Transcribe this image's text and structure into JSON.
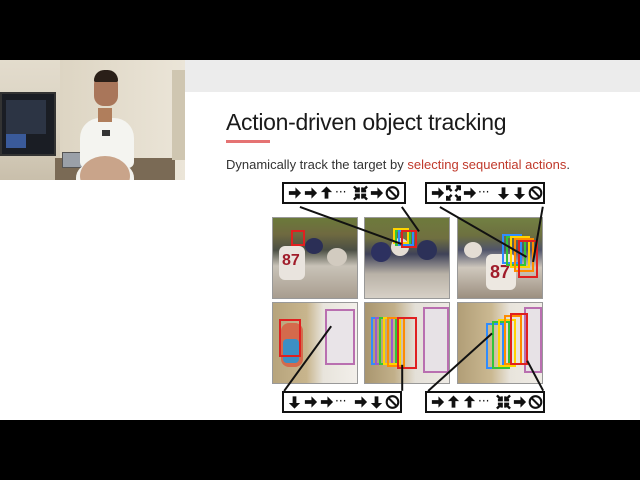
{
  "slide": {
    "title": "Action-driven object tracking",
    "subtitle_prefix": "Dynamically track the target by ",
    "subtitle_highlight": "selecting sequential actions",
    "subtitle_suffix": ".",
    "accent_color": "#e57373",
    "highlight_color": "#c0392b"
  },
  "action_sequences": [
    {
      "id": "top-left",
      "actions": [
        "right",
        "right",
        "up",
        "...",
        "scale-down",
        "right",
        "stop"
      ]
    },
    {
      "id": "top-right",
      "actions": [
        "right",
        "scale-up",
        "right",
        "...",
        "down",
        "down",
        "stop"
      ]
    },
    {
      "id": "bottom-left",
      "actions": [
        "down",
        "right",
        "right",
        "...",
        "right",
        "down",
        "stop"
      ]
    },
    {
      "id": "bottom-right",
      "actions": [
        "right",
        "up",
        "up",
        "...",
        "scale-down",
        "right",
        "stop"
      ]
    }
  ],
  "ellipsis": "···",
  "frames": [
    {
      "row": 1,
      "col": 1,
      "scene": "football",
      "jersey": "87"
    },
    {
      "row": 1,
      "col": 2,
      "scene": "football",
      "jersey": ""
    },
    {
      "row": 1,
      "col": 3,
      "scene": "football",
      "jersey": "87"
    },
    {
      "row": 2,
      "col": 1,
      "scene": "doll",
      "jersey": ""
    },
    {
      "row": 2,
      "col": 2,
      "scene": "doll",
      "jersey": ""
    },
    {
      "row": 2,
      "col": 3,
      "scene": "doll",
      "jersey": ""
    }
  ],
  "video": {
    "speaker": "presenter at podium"
  }
}
